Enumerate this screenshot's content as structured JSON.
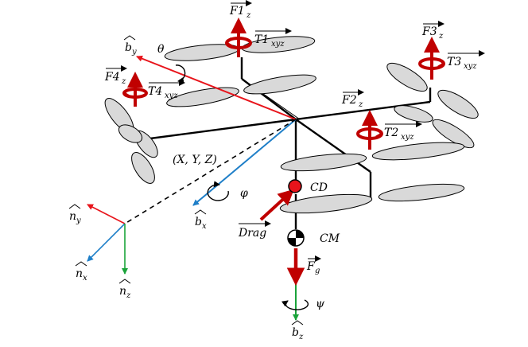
{
  "forces": {
    "f1": "F1",
    "f1_sub": "z",
    "f2": "F2",
    "f2_sub": "z",
    "f3": "F3",
    "f3_sub": "z",
    "f4": "F4",
    "f4_sub": "z",
    "fg": "F",
    "fg_sub": "g"
  },
  "torques": {
    "t1": "T1",
    "t1_sub": "xyz",
    "t2": "T2",
    "t2_sub": "xyz",
    "t3": "T3",
    "t3_sub": "xyz",
    "t4": "T4",
    "t4_sub": "xyz"
  },
  "body_axes": {
    "by": "b",
    "by_sub": "y",
    "bx": "b",
    "bx_sub": "x",
    "bz": "b",
    "bz_sub": "z"
  },
  "inertial_axes": {
    "ny": "n",
    "ny_sub": "y",
    "nx": "n",
    "nx_sub": "x",
    "nz": "n",
    "nz_sub": "z"
  },
  "angles": {
    "theta": "θ",
    "phi": "φ",
    "psi": "ψ"
  },
  "points": {
    "position": "(X, Y, Z)",
    "cd": "CD",
    "cm": "CM",
    "drag": "Drag"
  },
  "colors": {
    "red": "#e8141b",
    "dark_red": "#c00000",
    "blue": "#1f7fc8",
    "green": "#1aa33a",
    "prop": "#d9d9d9"
  }
}
